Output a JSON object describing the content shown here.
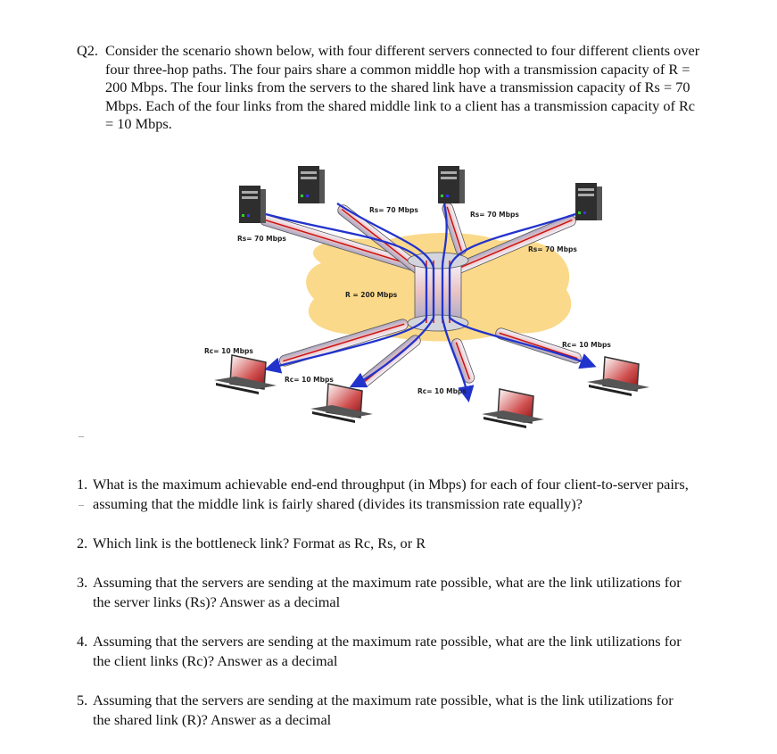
{
  "intro": {
    "number": "Q2.",
    "text": "Consider the scenario shown below, with four different servers connected to four different clients over four three-hop paths. The four pairs share a common middle hop with a transmission capacity of R = 200 Mbps. The four links from the servers to the shared link have a transmission capacity of Rs = 70 Mbps. Each of the four links from the shared middle link to a client has a transmission capacity of Rc = 10 Mbps."
  },
  "diagram": {
    "labels": {
      "rs1": "Rs= 70 Mbps",
      "rs2": "Rs= 70 Mbps",
      "rs3": "Rs= 70 Mbps",
      "rs4": "Rs= 70 Mbps",
      "r": "R = 200 Mbps",
      "rc1": "Rc= 10 Mbps",
      "rc2": "Rc= 10 Mbps",
      "rc3": "Rc= 10 Mbps",
      "rc4": "Rc= 10 Mbps"
    },
    "colors": {
      "cloud": "#fbd98a",
      "link_blue": "#2233cc",
      "pipe_fill": "#e8c8c8",
      "pipe_red": "#cc1111",
      "server": "#333333",
      "client_screen": "#c43a3a"
    }
  },
  "questions": [
    {
      "number": "1.",
      "text": "What is the maximum achievable end-end throughput (in Mbps) for each of four client-to-server pairs, assuming that the middle link is fairly shared (divides its transmission rate equally)?"
    },
    {
      "number": "2.",
      "text": "Which link is the bottleneck link? Format as Rc, Rs, or R"
    },
    {
      "number": "3.",
      "text": "Assuming that the servers are sending at the maximum rate possible, what are the link utilizations for the server links (Rs)? Answer as a decimal"
    },
    {
      "number": "4.",
      "text": "Assuming that the servers are sending at the maximum rate possible, what are the link utilizations for the client links (Rc)? Answer as a decimal"
    },
    {
      "number": "5.",
      "text": "Assuming that the servers are sending at the maximum rate possible, what is the link utilizations for the shared link (R)? Answer as a decimal"
    }
  ]
}
